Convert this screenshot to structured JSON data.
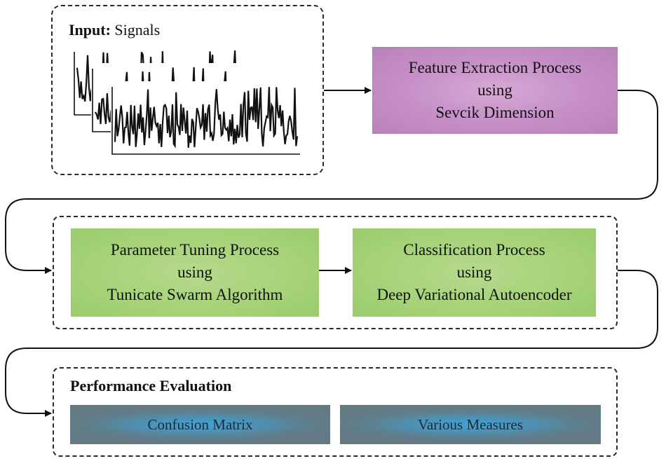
{
  "input": {
    "label": "Input:",
    "value": "Signals"
  },
  "feature_extraction": {
    "lines": [
      "Feature Extraction Process",
      "using",
      "Sevcik Dimension"
    ]
  },
  "parameter_tuning": {
    "lines": [
      "Parameter Tuning Process",
      "using",
      "Tunicate Swarm Algorithm"
    ]
  },
  "classification": {
    "lines": [
      "Classification Process",
      "using",
      "Deep Variational Autoencoder"
    ]
  },
  "performance": {
    "title": "Performance Evaluation",
    "items": [
      "Confusion Matrix",
      "Various Measures"
    ]
  },
  "colors": {
    "feature_fill": "#c58ec6",
    "process_fill": "#a6d278",
    "measure_fill": "#5e7f8c",
    "line": "#111111"
  },
  "icons": {
    "signal": "signal-waveform-icon"
  }
}
